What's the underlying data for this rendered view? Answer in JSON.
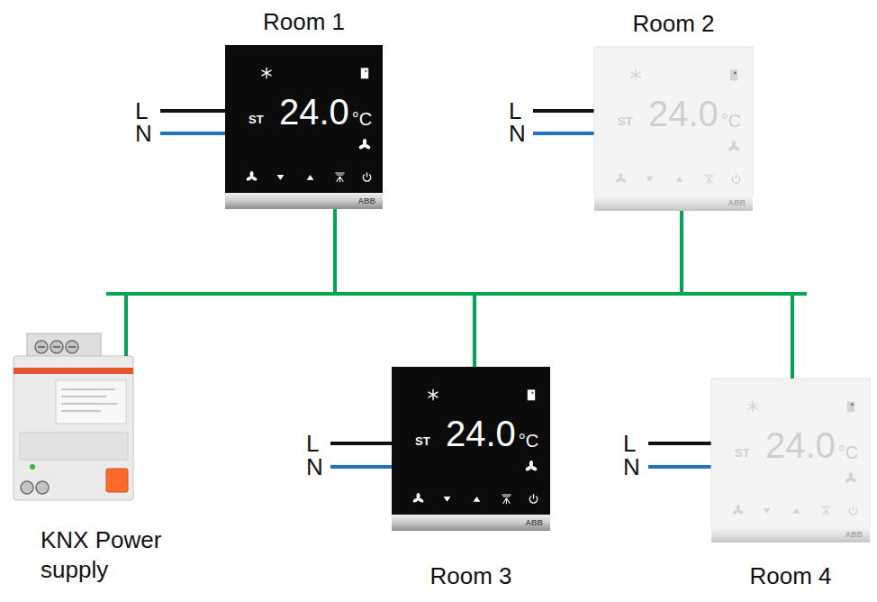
{
  "diagram": {
    "nodes": [
      {
        "text": [
          "Room 1",
          "ST",
          "24.0",
          "°C",
          "ABB"
        ]
      },
      {
        "text": [
          "Room 2",
          "ST",
          "24.0",
          "°C",
          "ABB"
        ]
      },
      {
        "text": [
          "KNX Power supply"
        ]
      },
      {
        "text": [
          "Room 3",
          "ST",
          "24.0",
          "°C",
          "ABB"
        ]
      },
      {
        "text": [
          "Room 4",
          "ST",
          "24.0",
          "°C",
          "ABB"
        ]
      }
    ],
    "edges": [
      {
        "from": 2,
        "to": 0,
        "arrow": "none"
      },
      {
        "from": 2,
        "to": 1,
        "arrow": "none"
      },
      {
        "from": 2,
        "to": 3,
        "arrow": "none"
      },
      {
        "from": 2,
        "to": 4,
        "arrow": "none"
      }
    ],
    "labels": [
      "L",
      "N",
      "L",
      "N",
      "L",
      "N",
      "L",
      "N"
    ]
  }
}
